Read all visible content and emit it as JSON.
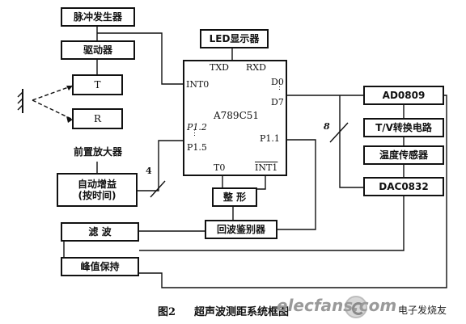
{
  "blocks": {
    "pulse_gen": "脉冲发生器",
    "driver": "驱动器",
    "t": "T",
    "r": "R",
    "preamp": "前置放大器",
    "auto_gain_1": "自动增益",
    "auto_gain_2": "(按时间)",
    "filter": "滤 波",
    "peak_hold": "峰值保持",
    "led": "LED显示器",
    "mcu": "A789C51",
    "shaper": "整 形",
    "echo_detector": "回波鉴别器",
    "adc": "AD0809",
    "tv_conv": "T/V转换电路",
    "temp_sensor": "温度传感器",
    "dac": "DAC0832"
  },
  "pins": {
    "txd": "TXD",
    "rxd": "RXD",
    "int0": "INT0",
    "d0": "D0",
    "d7": "D7",
    "p12": "P1.2",
    "p15": "P1.5",
    "p11": "P1.1",
    "t0": "T0",
    "int1": "INT1"
  },
  "bus_widths": {
    "gain_bus": "4",
    "data_bus": "8"
  },
  "caption": {
    "figure": "图2",
    "title": "超声波测距系统框图"
  },
  "watermark": {
    "site": "elecfans.com",
    "name": "电子发烧友"
  }
}
